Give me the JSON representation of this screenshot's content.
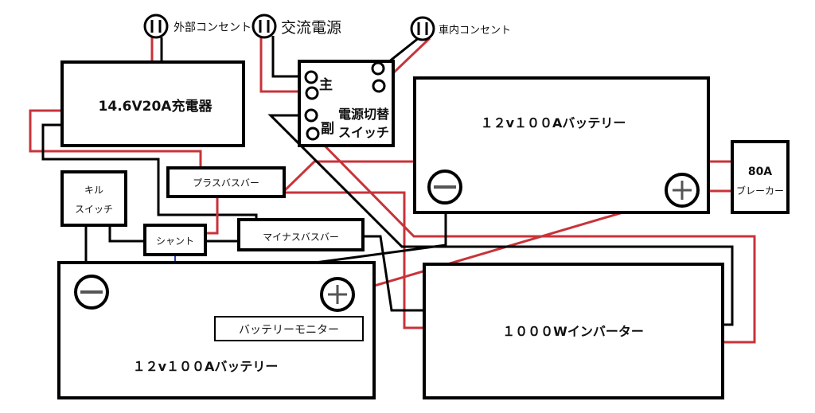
{
  "outlets": {
    "external": "外部コンセント",
    "ac_power": "交流電源",
    "vehicle": "車内コンセント"
  },
  "charger": "14.6V20A充電器",
  "switch": {
    "main": "主",
    "sub": "副",
    "title_line1": "電源切替",
    "title_line2": "スイッチ"
  },
  "battery_top": "１２v１００Aバッテリー",
  "battery_bottom": "１２v１００Aバッテリー",
  "breaker": {
    "line1": "80A",
    "line2": "ブレーカー"
  },
  "plus_busbar": "プラスバスバー",
  "minus_busbar": "マイナスバスバー",
  "kill_switch": {
    "line1": "キル",
    "line2": "スイッチ"
  },
  "shunt": "シャント",
  "monitor": "バッテリーモニター",
  "inverter": "１０００Wインバーター",
  "colors": {
    "positive": "#c8333a",
    "negative": "#000000",
    "signal": "#3040b0"
  }
}
